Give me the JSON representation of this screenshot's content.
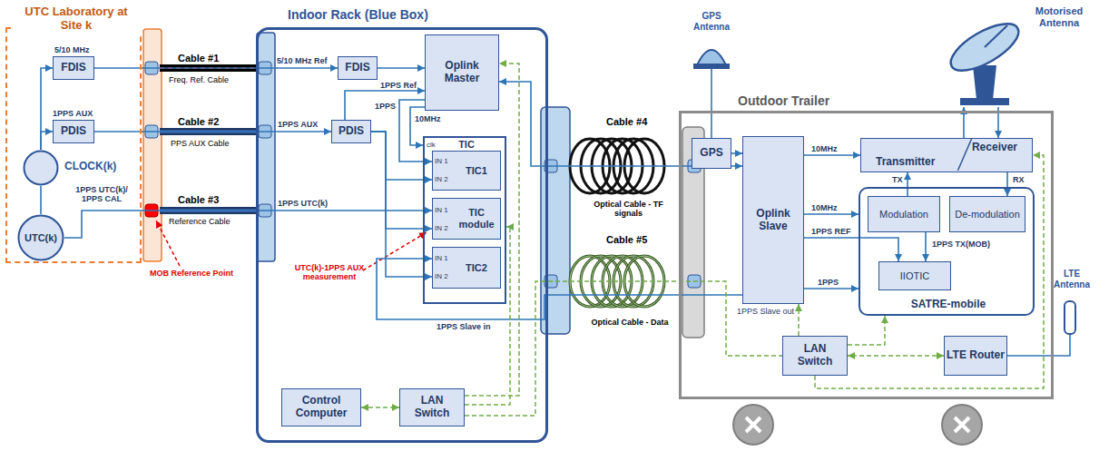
{
  "diagram": {
    "nodes": [
      {
        "text": [
          "UTC Laboratory at Site k"
        ]
      },
      {
        "text": [
          "FDIS"
        ],
        "in": 0
      },
      {
        "text": [
          "PDIS"
        ],
        "in": 0
      },
      {
        "text": [
          "CLOCK(k)"
        ],
        "in": 0
      },
      {
        "text": [
          "UTC(k)"
        ],
        "in": 0
      },
      {
        "text": [
          "Indoor Rack (Blue Box)"
        ]
      },
      {
        "text": [
          "FDIS"
        ],
        "in": 5
      },
      {
        "text": [
          "PDIS"
        ],
        "in": 5
      },
      {
        "text": [
          "Oplink Master"
        ],
        "in": 5
      },
      {
        "text": [
          "TIC"
        ],
        "in": 5
      },
      {
        "text": [
          "TIC1"
        ],
        "in": 9
      },
      {
        "text": [
          "TIC module"
        ],
        "in": 9
      },
      {
        "text": [
          "TIC2"
        ],
        "in": 9
      },
      {
        "text": [
          "Control Computer"
        ],
        "in": 5
      },
      {
        "text": [
          "LAN Switch"
        ],
        "in": 5
      },
      {
        "text": [
          "Outdoor Trailer"
        ]
      },
      {
        "text": [
          "GPS"
        ],
        "in": 15
      },
      {
        "text": [
          "Oplink Slave"
        ],
        "in": 15
      },
      {
        "text": [
          "Transmitter",
          "Receiver"
        ],
        "in": 15
      },
      {
        "text": [
          "SATRE-mobile"
        ],
        "in": 15
      },
      {
        "text": [
          "Modulation"
        ],
        "in": 19
      },
      {
        "text": [
          "De-modulation"
        ],
        "in": 19
      },
      {
        "text": [
          "IIOTIC"
        ],
        "in": 19
      },
      {
        "text": [
          "LAN Switch"
        ],
        "in": 15
      },
      {
        "text": [
          "LTE Router"
        ],
        "in": 15
      }
    ],
    "edges": [
      {
        "from": 4,
        "to": 3,
        "arrow": "none"
      },
      {
        "from": 3,
        "to": 1,
        "arrow": "to"
      },
      {
        "from": 3,
        "to": 2,
        "arrow": "to"
      },
      {
        "from": 1,
        "to": 6,
        "arrow": "to"
      },
      {
        "from": 2,
        "to": 7,
        "arrow": "to"
      },
      {
        "from": 4,
        "to": 11,
        "arrow": "to"
      },
      {
        "from": 6,
        "to": 8,
        "arrow": "to"
      },
      {
        "from": 7,
        "to": 8,
        "arrow": "to",
        "label": "1PPS Ref"
      },
      {
        "from": 8,
        "to": 10,
        "arrow": "to",
        "label": "1PPS"
      },
      {
        "from": 8,
        "to": 9,
        "arrow": "to",
        "label": "10MHz"
      },
      {
        "from": 7,
        "to": 10,
        "arrow": "to"
      },
      {
        "from": 7,
        "to": 11,
        "arrow": "to"
      },
      {
        "from": 7,
        "to": 12,
        "arrow": "to"
      },
      {
        "from": 8,
        "to": 17,
        "arrow": "both"
      },
      {
        "from": 17,
        "to": 12,
        "arrow": "to",
        "label": "1PPS Slave in"
      },
      {
        "from": 13,
        "to": 14,
        "arrow": "both"
      },
      {
        "from": 14,
        "to": 8,
        "arrow": "to"
      },
      {
        "from": 14,
        "to": 9,
        "arrow": "to"
      },
      {
        "from": 14,
        "to": 23,
        "arrow": "none"
      },
      {
        "from": 16,
        "to": 17,
        "arrow": "to"
      },
      {
        "from": 17,
        "to": 18,
        "arrow": "to",
        "label": "10MHz"
      },
      {
        "from": 17,
        "to": 19,
        "arrow": "to",
        "label": "10MHz"
      },
      {
        "from": 17,
        "to": 22,
        "arrow": "to",
        "label": "1PPS REF"
      },
      {
        "from": 17,
        "to": 19,
        "arrow": "to",
        "label": "1PPS"
      },
      {
        "from": 20,
        "to": 18,
        "arrow": "to",
        "label": "TX"
      },
      {
        "from": 18,
        "to": 21,
        "arrow": "to",
        "label": "RX"
      },
      {
        "from": 20,
        "to": 22,
        "arrow": "to",
        "label": "1PPS TX(MOB)"
      },
      {
        "from": 23,
        "to": 17,
        "arrow": "to"
      },
      {
        "from": 23,
        "to": 19,
        "arrow": "to"
      },
      {
        "from": 23,
        "to": 18,
        "arrow": "to"
      },
      {
        "from": 24,
        "to": 23,
        "arrow": "both"
      }
    ],
    "labels": [
      "5/10 MHz",
      "1PPS AUX",
      "1PPS UTC(k)/ 1PPS CAL",
      "Cable #1",
      "Freq. Ref. Cable",
      "Cable #2",
      "PPS AUX Cable",
      "Cable #3",
      "Reference Cable",
      "MOB Reference Point",
      "5/10 MHz Ref",
      "1PPS AUX",
      "1PPS UTC(k)",
      "clk",
      "IN 1",
      "IN 2",
      "IN 1",
      "IN 2",
      "IN 1",
      "IN 2",
      "UTC(k)-1PPS AUX measurement",
      "Cable #4",
      "Optical Cable - TF signals",
      "Cable #5",
      "Optical Cable - Data",
      "GPS Antenna",
      "Motorised Antenna",
      "1PPS Slave out",
      "LTE Antenna"
    ]
  }
}
